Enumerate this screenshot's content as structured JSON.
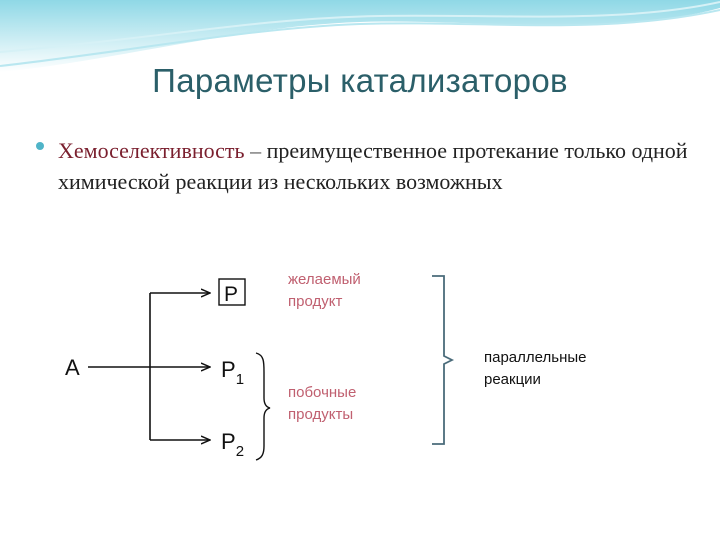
{
  "slide": {
    "title": "Параметры катализаторов",
    "bullet": {
      "term": "Хемоселективность",
      "dash": " – ",
      "text": "преимущественное протекание только одной химической реакции из нескольких возможных"
    }
  },
  "diagram": {
    "reactant": "A",
    "product_p": "P",
    "product_p1_letter": "P",
    "product_p1_sub": "1",
    "product_p2_letter": "P",
    "product_p2_sub": "2",
    "desired_label_line1": "желаемый",
    "desired_label_line2": "продукт",
    "side_label_line1": "побочные",
    "side_label_line2": "продукты",
    "parallel_label_line1": "параллельные",
    "parallel_label_line2": "реакции"
  },
  "colors": {
    "title": "#2b5f69",
    "term": "#7a1f2e",
    "bullet": "#4fb4c8",
    "annotation": "#c06070",
    "diagram_line": "#111111",
    "bracket": "#4a6b7a"
  }
}
